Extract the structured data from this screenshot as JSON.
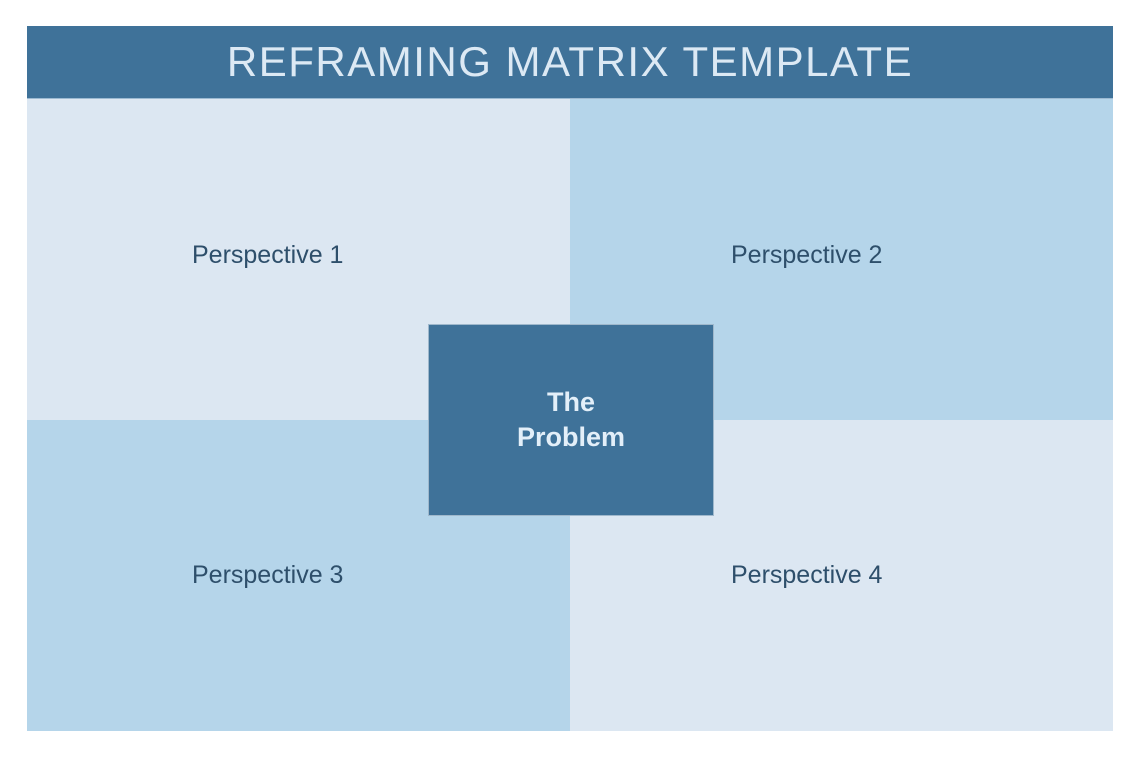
{
  "header": {
    "title": "REFRAMING MATRIX TEMPLATE",
    "background_color": "#3F7299",
    "text_color": "#DCE9F4"
  },
  "center": {
    "line1": "The",
    "line2": "Problem",
    "full_label": "The Problem",
    "background_color": "#3F7299",
    "border_color": "#9FB8CC",
    "text_color": "#E3EFF9"
  },
  "quadrants": [
    {
      "id": "top-left",
      "label": "Perspective 1",
      "background_color": "#DCE7F2",
      "text_color": "#2E4F6B"
    },
    {
      "id": "top-right",
      "label": "Perspective 2",
      "background_color": "#B5D5EA",
      "text_color": "#2E4F6B"
    },
    {
      "id": "bottom-left",
      "label": "Perspective 3",
      "background_color": "#B5D5EA",
      "text_color": "#2E4F6B"
    },
    {
      "id": "bottom-right",
      "label": "Perspective 4",
      "background_color": "#DCE7F2",
      "text_color": "#2E4F6B"
    }
  ],
  "canvas": {
    "background_color": "#FFFFFF"
  }
}
